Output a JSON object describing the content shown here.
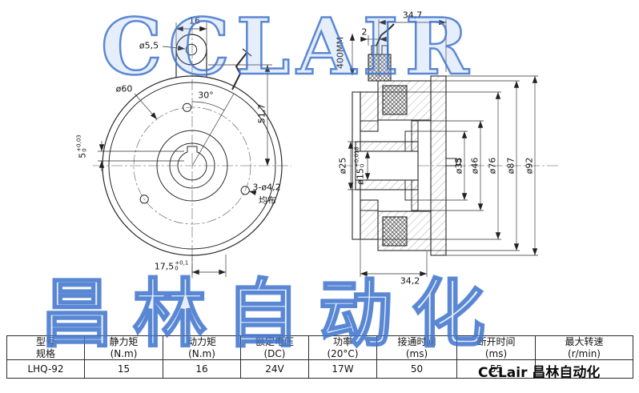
{
  "watermarks": {
    "top": "CCLAIR",
    "bottom": "昌林自动化",
    "corner": "CCLair 昌林自动化"
  },
  "left_view": {
    "dim_ear_width": "16",
    "dim_ear_hole": "ø5,5",
    "dim_bolt_circle": "ø60",
    "dim_angle": "30°",
    "dim_height": "51,7",
    "dim_key_width": {
      "value": "5",
      "tol_upper": "+0,03",
      "tol_lower": "0"
    },
    "dim_holes_line1": "3-ø4,2",
    "dim_holes_line2": "均布",
    "dim_key_depth": {
      "value": "17,5",
      "tol_upper": "+0,1",
      "tol_lower": "0"
    }
  },
  "right_view": {
    "dim_width_top": "34,7",
    "dim_gap": "2",
    "wire_length": "400MM",
    "dim_hub": "ø25",
    "dim_bore": {
      "value": "ø15",
      "tol_upper": "+0,018",
      "tol_lower": "0"
    },
    "dim_d35": "ø35",
    "dim_d46": "ø46",
    "dim_d76": "ø76",
    "dim_d87": "ø87",
    "dim_d92": "ø92",
    "dim_width_bottom": "34,2"
  },
  "table": {
    "headers": [
      {
        "line1": "型号",
        "line2": "规格"
      },
      {
        "line1": "静力矩",
        "line2": "(N.m)"
      },
      {
        "line1": "动力矩",
        "line2": "(N.m)"
      },
      {
        "line1": "额定电压",
        "line2": "(DC)"
      },
      {
        "line1": "功率",
        "line2": "(20°C)"
      },
      {
        "line1": "接通时间",
        "line2": "(ms)"
      },
      {
        "line1": "断开时间",
        "line2": "(ms)"
      },
      {
        "line1": "最大转速",
        "line2": "(r/min)"
      }
    ],
    "row": [
      "LHQ-92",
      "15",
      "16",
      "24V",
      "17W",
      "50",
      "55",
      ""
    ]
  }
}
